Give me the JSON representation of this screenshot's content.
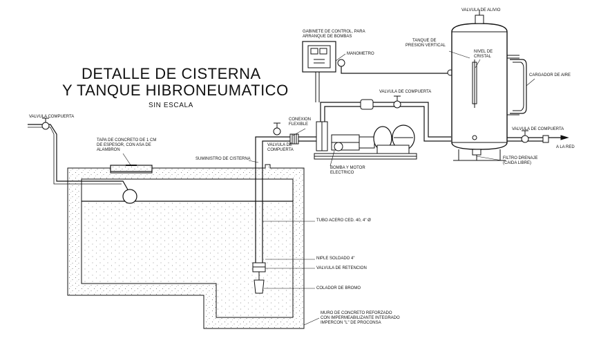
{
  "title": {
    "line1": "DETALLE DE CISTERNA",
    "line2": "Y TANQUE HIBRONEUMATICO",
    "scale": "SIN ESCALA"
  },
  "labels": {
    "valvula_compuerta_left": "VALVULA COMPUERTA",
    "tapa_line1": "TAPA DE CONCRETO DE 1 CM",
    "tapa_line2": "DE ESPESOR, CON ASA DE",
    "tapa_line3": "ALAMBRON",
    "suministro": "SUMINISTRO DE CISTERNA",
    "gabinete_line1": "GABINETE DE CONTROL, PARA",
    "gabinete_line2": "ARRANQUE DE BOMBAS",
    "manometro": "MANOMETRO",
    "valvula_alivio": "VALVULA DE ALIVIO",
    "tanque_line1": "TANQUE DE",
    "tanque_line2": "PRESION VERTICAL",
    "nivel_line1": "NIVEL DE",
    "nivel_line2": "CRISTAL",
    "cargador": "CARGADOR DE AIRE",
    "valvula_compuerta_mid": "VALVULA DE COMPUERTA",
    "conexion_line1": "CONEXION",
    "conexion_line2": "FLEXIBLE",
    "valvula_compuerta2_line1": "VALVULA DE",
    "valvula_compuerta2_line2": "COMPUERTA",
    "bomba_line1": "BOMBA Y MOTOR",
    "bomba_line2": "ELECTRICO",
    "valvula_compuerta_right": "VALVULA DE COMPUERTA",
    "a_la_red": "A LA RED",
    "filtro_line1": "FILTRO DRENAJE",
    "filtro_line2": "(CAIDA LIBRE)",
    "tubo": "TUBO ACERO CED. 40, 4\" Ø",
    "niple": "NIPLE SOLDADO 4\"",
    "valvula_retencion": "VALVULA DE RETENCION",
    "colador": "COLADOR DE BROMO",
    "muro_line1": "MURO DE CONCRETO REFORZADO",
    "muro_line2": "CON IMPERMEABILIZANTE INTEGRADO",
    "muro_line3": "IMPERCON \"L\" DE PROCONSA"
  }
}
